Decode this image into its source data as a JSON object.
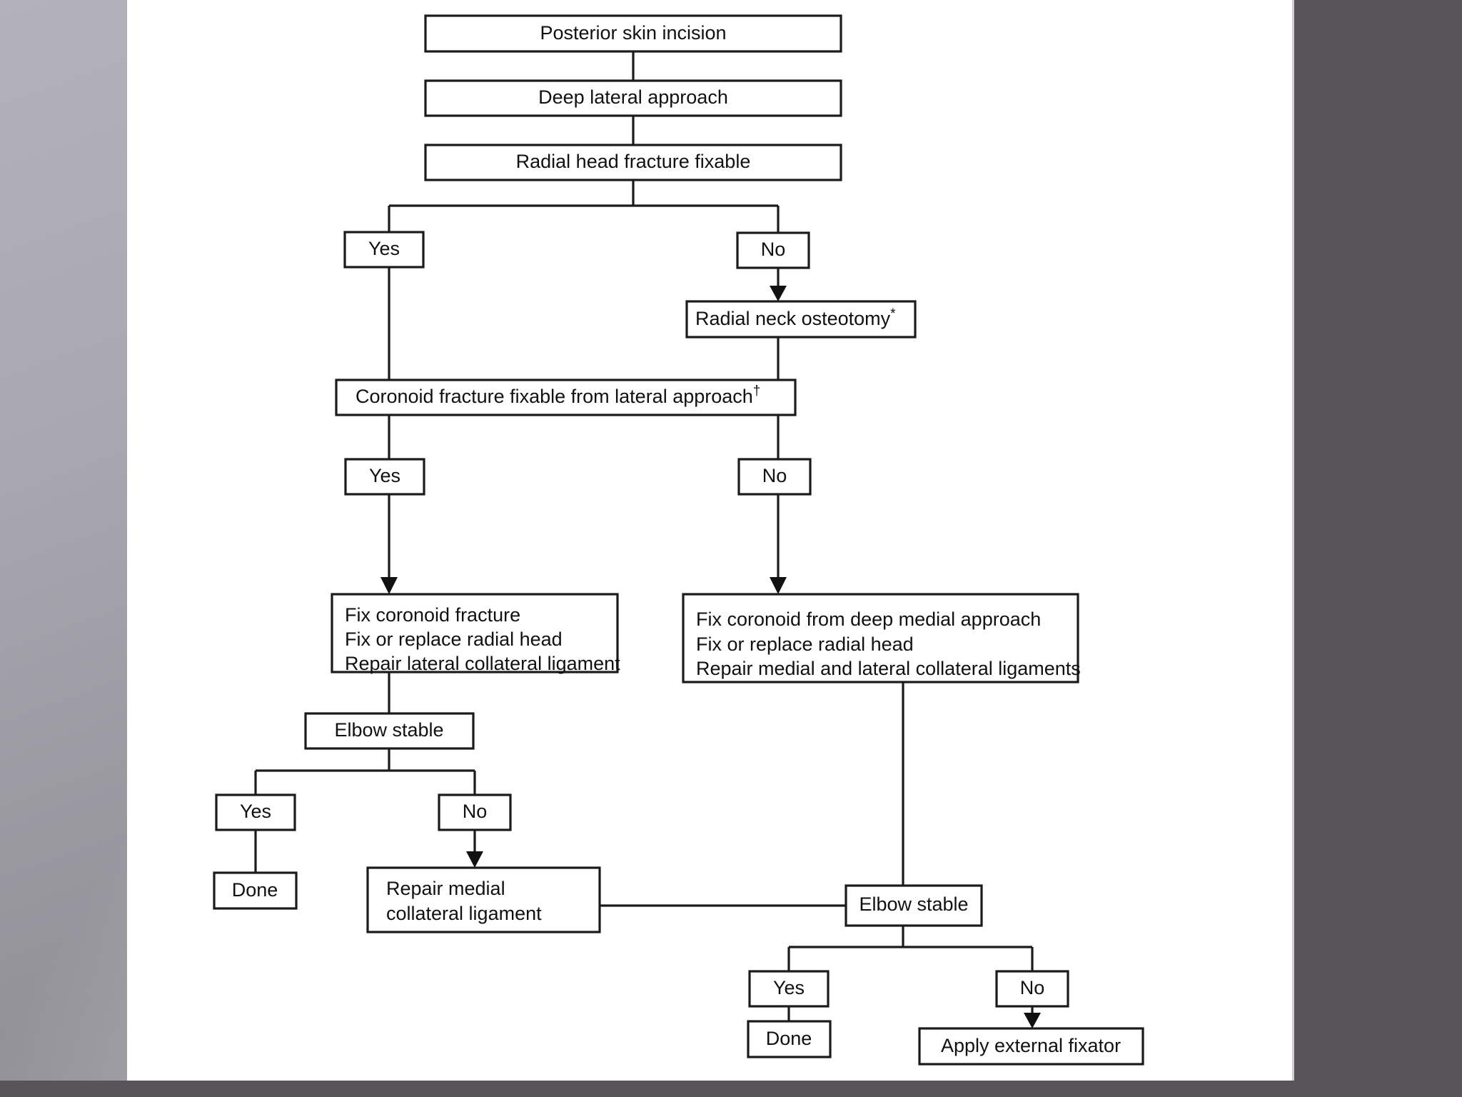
{
  "slide": {
    "background_outer": "#7e7d85",
    "background_panel": "#57555a",
    "canvas_color": "#ffffff",
    "node_border_color": "#1b1b1b",
    "text_color": "#111111"
  },
  "chart_data": {
    "type": "diagram",
    "subtype": "flowchart",
    "title": "",
    "nodes": [
      {
        "id": "n1",
        "label": "Posterior skin incision",
        "kind": "process"
      },
      {
        "id": "n2",
        "label": "Deep lateral approach",
        "kind": "process"
      },
      {
        "id": "n3",
        "label": "Radial head fracture fixable",
        "kind": "decision"
      },
      {
        "id": "n4",
        "label": "Yes",
        "kind": "branch"
      },
      {
        "id": "n5",
        "label": "No",
        "kind": "branch"
      },
      {
        "id": "n6",
        "label": "Radial neck osteotomy*",
        "kind": "process"
      },
      {
        "id": "n7",
        "label": "Coronoid fracture fixable from lateral approach†",
        "kind": "decision"
      },
      {
        "id": "n8",
        "label": "Yes",
        "kind": "branch"
      },
      {
        "id": "n9",
        "label": "No",
        "kind": "branch"
      },
      {
        "id": "n10",
        "label": "Fix coronoid fracture\nFix or replace radial head\nRepair lateral collateral ligament",
        "kind": "process-multiline"
      },
      {
        "id": "n11",
        "label": "Fix coronoid from deep medial approach\nFix or replace radial head\nRepair medial and lateral collateral ligaments",
        "kind": "process-multiline"
      },
      {
        "id": "n12",
        "label": "Elbow stable",
        "kind": "decision"
      },
      {
        "id": "n13",
        "label": "Yes",
        "kind": "branch"
      },
      {
        "id": "n14",
        "label": "No",
        "kind": "branch"
      },
      {
        "id": "n15",
        "label": "Done",
        "kind": "terminal"
      },
      {
        "id": "n16",
        "label": "Repair medial\ncollateral ligament",
        "kind": "process-multiline"
      },
      {
        "id": "n17",
        "label": "Elbow stable",
        "kind": "decision"
      },
      {
        "id": "n18",
        "label": "Yes",
        "kind": "branch"
      },
      {
        "id": "n19",
        "label": "No",
        "kind": "branch"
      },
      {
        "id": "n20",
        "label": "Done",
        "kind": "terminal"
      },
      {
        "id": "n21",
        "label": "Apply external fixator",
        "kind": "terminal"
      }
    ],
    "node_lines": {
      "n10": [
        "Fix coronoid fracture",
        "Fix or replace radial head",
        "Repair lateral collateral ligament"
      ],
      "n11": [
        "Fix coronoid from deep medial approach",
        "Fix or replace radial head",
        "Repair medial and lateral collateral ligaments"
      ],
      "n16": [
        "Repair medial",
        "collateral ligament"
      ]
    },
    "edges": [
      {
        "from": "n1",
        "to": "n2",
        "arrow": false
      },
      {
        "from": "n2",
        "to": "n3",
        "arrow": false
      },
      {
        "from": "n3",
        "to": "n4",
        "arrow": false,
        "label": "Yes"
      },
      {
        "from": "n3",
        "to": "n5",
        "arrow": false,
        "label": "No"
      },
      {
        "from": "n5",
        "to": "n6",
        "arrow": true
      },
      {
        "from": "n4",
        "to": "n7",
        "arrow": false
      },
      {
        "from": "n6",
        "to": "n7",
        "arrow": false
      },
      {
        "from": "n7",
        "to": "n8",
        "arrow": false,
        "label": "Yes"
      },
      {
        "from": "n7",
        "to": "n9",
        "arrow": false,
        "label": "No"
      },
      {
        "from": "n8",
        "to": "n10",
        "arrow": true
      },
      {
        "from": "n9",
        "to": "n11",
        "arrow": true
      },
      {
        "from": "n10",
        "to": "n12",
        "arrow": false
      },
      {
        "from": "n12",
        "to": "n13",
        "arrow": false,
        "label": "Yes"
      },
      {
        "from": "n12",
        "to": "n14",
        "arrow": false,
        "label": "No"
      },
      {
        "from": "n13",
        "to": "n15",
        "arrow": false
      },
      {
        "from": "n14",
        "to": "n16",
        "arrow": true
      },
      {
        "from": "n16",
        "to": "n17",
        "arrow": false
      },
      {
        "from": "n11",
        "to": "n17",
        "arrow": false
      },
      {
        "from": "n17",
        "to": "n18",
        "arrow": false,
        "label": "Yes"
      },
      {
        "from": "n17",
        "to": "n19",
        "arrow": false,
        "label": "No"
      },
      {
        "from": "n18",
        "to": "n20",
        "arrow": false
      },
      {
        "from": "n19",
        "to": "n21",
        "arrow": true
      }
    ],
    "footnote_markers": [
      "*",
      "†"
    ]
  },
  "labels": {
    "n1": "Posterior skin incision",
    "n2": "Deep lateral approach",
    "n3": "Radial head fracture fixable",
    "n4": "Yes",
    "n5": "No",
    "n6_text": "Radial neck osteotomy",
    "n6_sup": "*",
    "n7_text": "Coronoid fracture fixable from lateral approach",
    "n7_sup": "†",
    "n8": "Yes",
    "n9": "No",
    "n10_l1": "Fix coronoid fracture",
    "n10_l2": "Fix or replace radial head",
    "n10_l3": "Repair lateral collateral ligament",
    "n11_l1": "Fix coronoid from deep medial approach",
    "n11_l2": "Fix or replace radial head",
    "n11_l3": "Repair medial and lateral collateral ligaments",
    "n12": "Elbow stable",
    "n13": "Yes",
    "n14": "No",
    "n15": "Done",
    "n16_l1": "Repair medial",
    "n16_l2": "collateral ligament",
    "n17": "Elbow stable",
    "n18": "Yes",
    "n19": "No",
    "n20": "Done",
    "n21": "Apply external fixator"
  }
}
